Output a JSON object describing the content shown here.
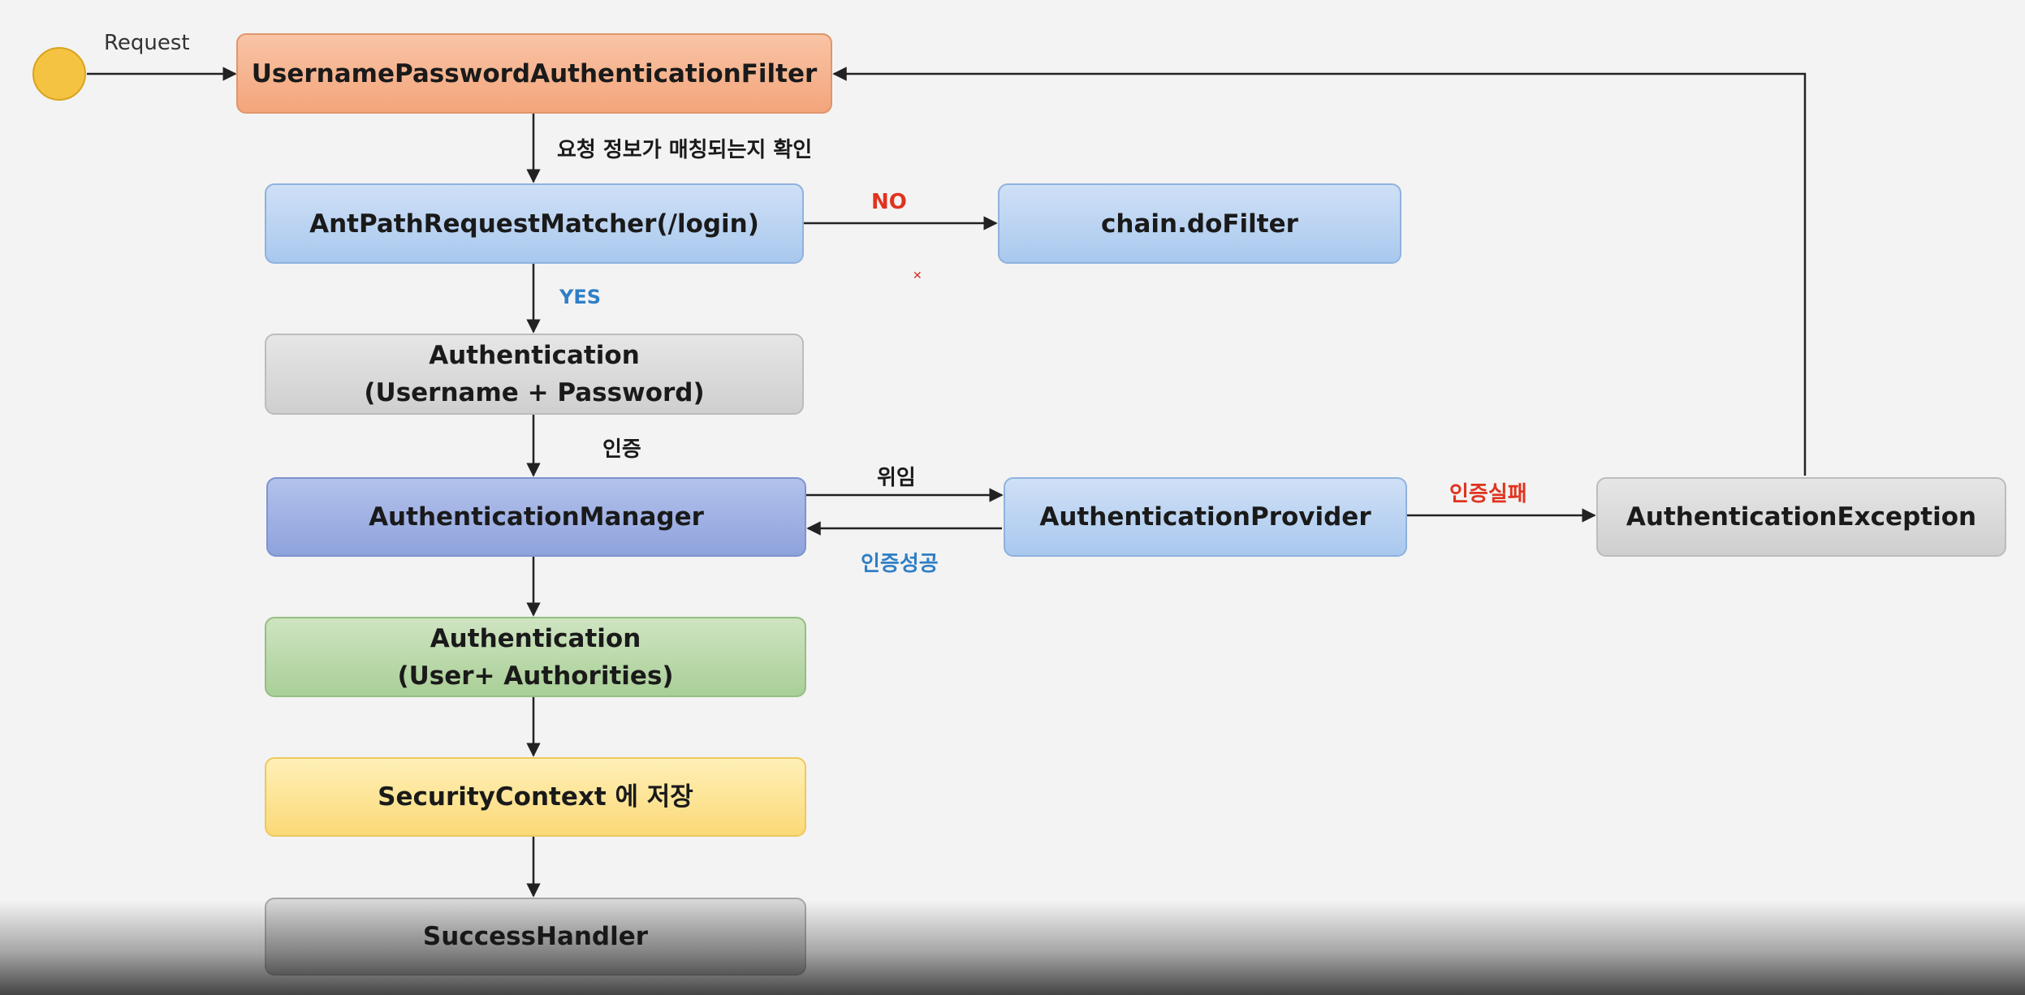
{
  "start": {
    "label": "Request"
  },
  "nodes": {
    "filter": "UsernamePasswordAuthenticationFilter",
    "matcher": "AntPathRequestMatcher(/login)",
    "do_filter": "chain.doFilter",
    "auth_unauth": "Authentication\n(Username + Password)",
    "manager": "AuthenticationManager",
    "provider": "AuthenticationProvider",
    "exception": "AuthenticationException",
    "auth_auth": "Authentication\n(User+ Authorities)",
    "context": "SecurityContext 에 저장",
    "success": "SuccessHandler"
  },
  "edge_labels": {
    "check_match": "요청 정보가 매칭되는지 확인",
    "no": "NO",
    "yes": "YES",
    "authenticate": "인증",
    "delegate": "위임",
    "auth_success": "인증성공",
    "auth_fail": "인증실패"
  },
  "colors": {
    "orange": "#f3a57b",
    "blue": "#a9c8ee",
    "gray": "#cfcfcf",
    "purple": "#8ea2dc",
    "green": "#a9cf97",
    "yellow": "#fbd977",
    "dark_gray": "#b5b5b5",
    "no_label": "#e0331f",
    "yes_label": "#2f7fc6"
  }
}
